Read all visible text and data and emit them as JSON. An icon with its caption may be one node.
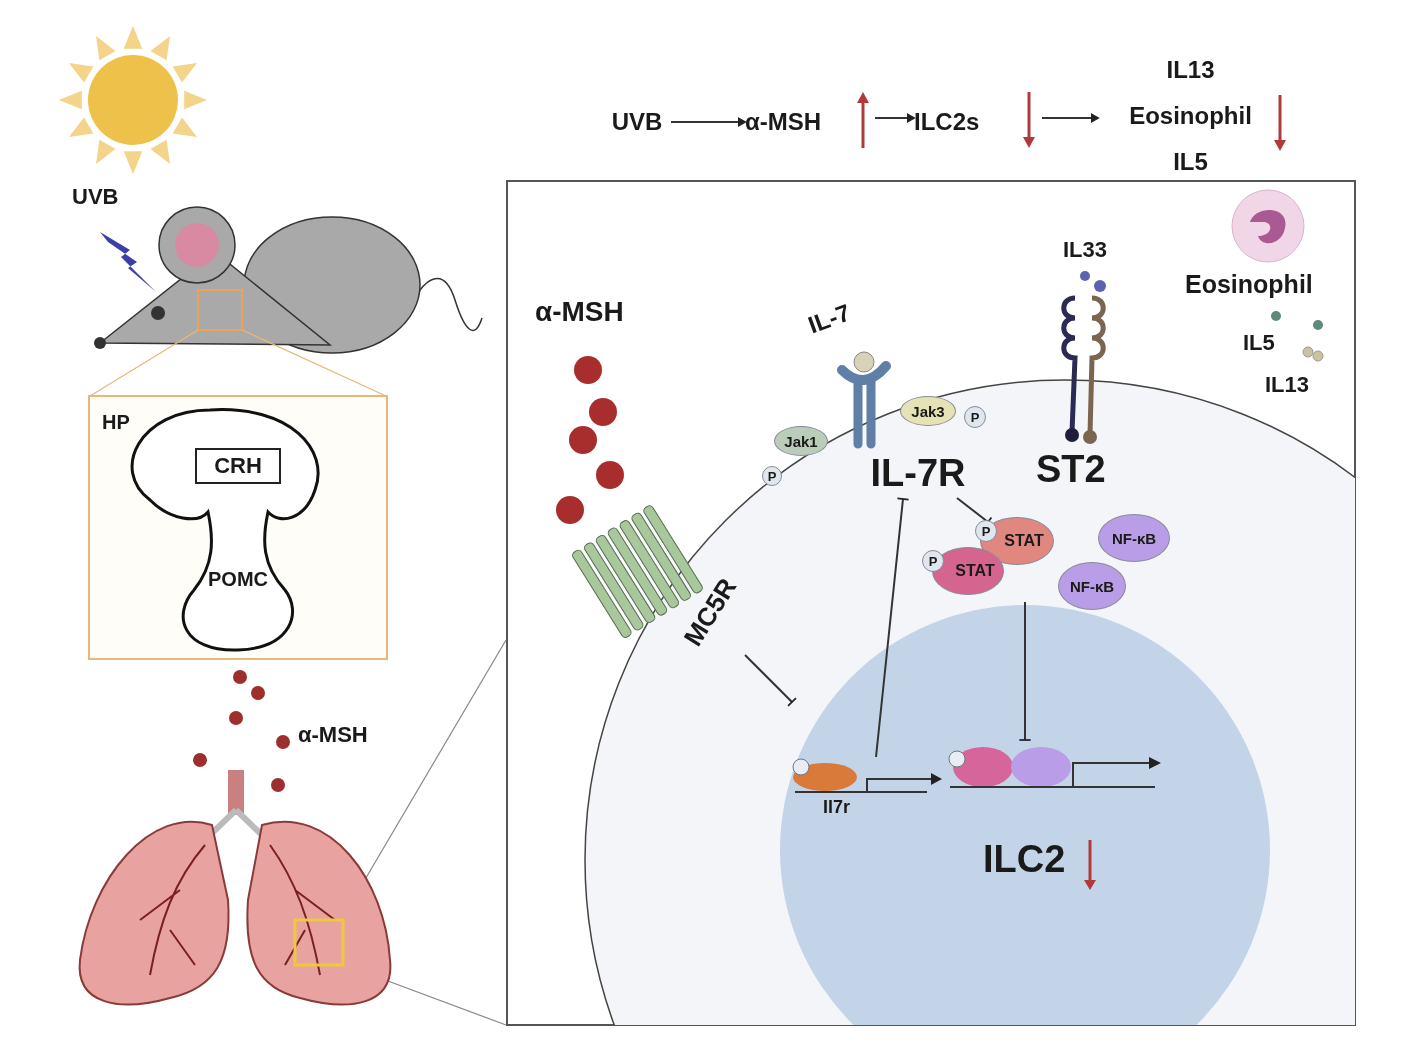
{
  "diagram": {
    "nodes": [
      {
        "text": [
          "UVB"
        ]
      },
      {
        "text": [
          "α-MSH"
        ]
      },
      {
        "text": [
          "ILC2s"
        ]
      },
      {
        "text": [
          "IL13",
          "Eosinophil",
          "IL5"
        ]
      },
      {
        "text": [
          "HP"
        ]
      },
      {
        "text": [
          "CRH"
        ],
        "in": 4
      },
      {
        "text": [
          "POMC"
        ],
        "in": 4
      },
      {
        "text": [],
        "shape": "circle"
      },
      {
        "text": [
          "ILC2"
        ],
        "in": 7
      },
      {
        "text": [
          "Jak1"
        ],
        "in": 7
      },
      {
        "text": [
          "P"
        ],
        "in": 7
      },
      {
        "text": [
          "Jak3"
        ],
        "in": 7
      },
      {
        "text": [
          "P"
        ],
        "in": 7
      },
      {
        "text": [
          "IL-7R"
        ],
        "in": 7
      },
      {
        "text": [
          "MC5R"
        ],
        "in": 7
      },
      {
        "text": [
          "STAT"
        ],
        "in": 7
      },
      {
        "text": [
          "P"
        ],
        "in": 7
      },
      {
        "text": [
          "STAT"
        ],
        "in": 7
      },
      {
        "text": [
          "P"
        ],
        "in": 7
      },
      {
        "text": [
          "NF-κB"
        ],
        "in": 7
      },
      {
        "text": [
          "NF-κB"
        ],
        "in": 7
      },
      {
        "text": [
          "Il7r"
        ],
        "in": 8
      },
      {
        "text": [],
        "shape": "picture",
        "in": 8
      }
    ],
    "edges": [
      {
        "from": 0,
        "to": 1,
        "arrow": "to"
      },
      {
        "from": 1,
        "to": 2,
        "arrow": "to"
      },
      {
        "from": 2,
        "to": 3,
        "arrow": "to"
      },
      {
        "from": 14,
        "to": 8,
        "arrow": "other"
      },
      {
        "from": 21,
        "to": 13,
        "arrow": "other"
      },
      {
        "from": 13,
        "to": 15,
        "arrow": "other"
      },
      {
        "from": null,
        "to": 22,
        "arrow": "other"
      }
    ],
    "labels": [
      "UVB",
      "IL33",
      "Eosinophil",
      "α-MSH",
      "IL-7",
      "IL5",
      "IL13",
      "ST2",
      "α-MSH"
    ]
  }
}
